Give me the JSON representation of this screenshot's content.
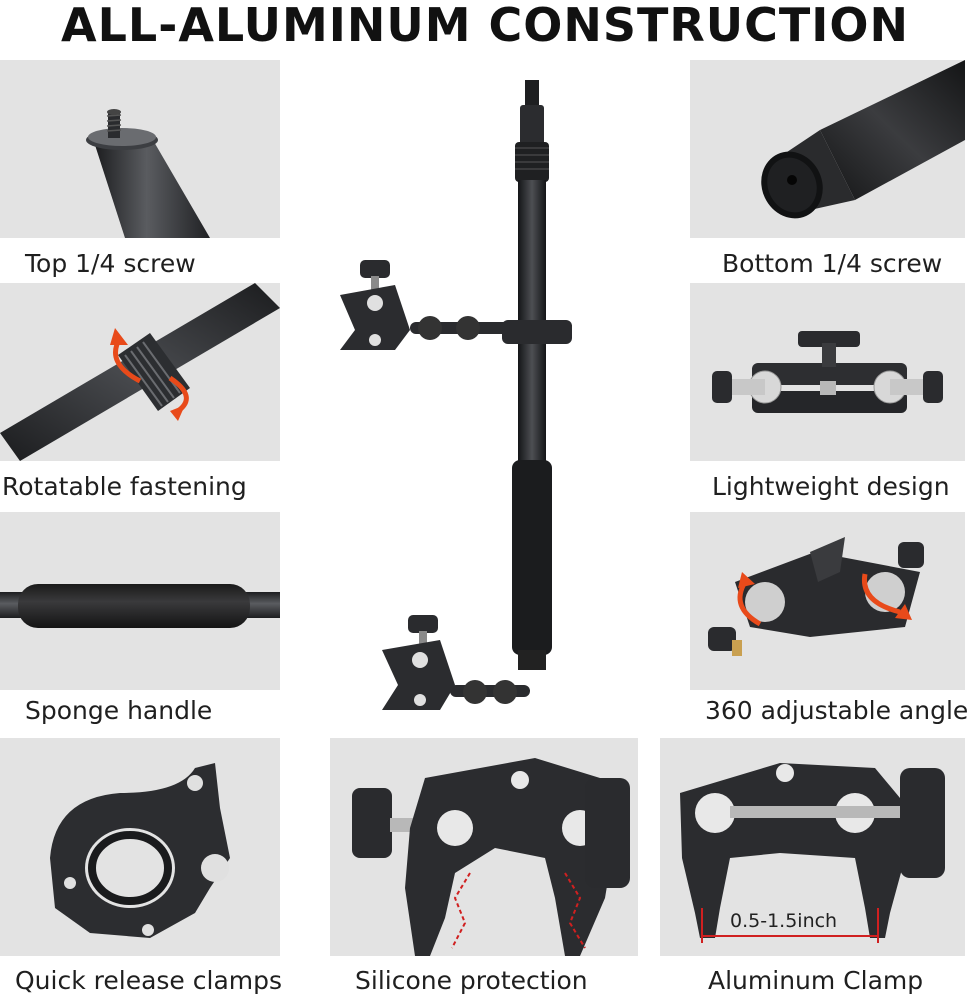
{
  "headline": "ALL-ALUMINUM CONSTRUCTION",
  "features": {
    "top_screw": "Top 1/4 screw",
    "bottom_screw": "Bottom 1/4 screw",
    "rotatable": "Rotatable fastening",
    "lightweight": "Lightweight design",
    "sponge": "Sponge handle",
    "adjustable": "360 adjustable angle",
    "quick_release": "Quick release clamps",
    "silicone": "Silicone protection",
    "aluminum_clamp": "Aluminum Clamp"
  },
  "measurement_label": "0.5-1.5inch",
  "icons": {
    "rotation_arrow": "rotate-arrow-icon",
    "silicone_pad": "dashed-pad-icon"
  },
  "colors": {
    "panel_bg": "#e3e3e3",
    "metal_dark": "#2b2d30",
    "accent_orange": "#e84a1a",
    "silicone_red": "#d02020"
  }
}
